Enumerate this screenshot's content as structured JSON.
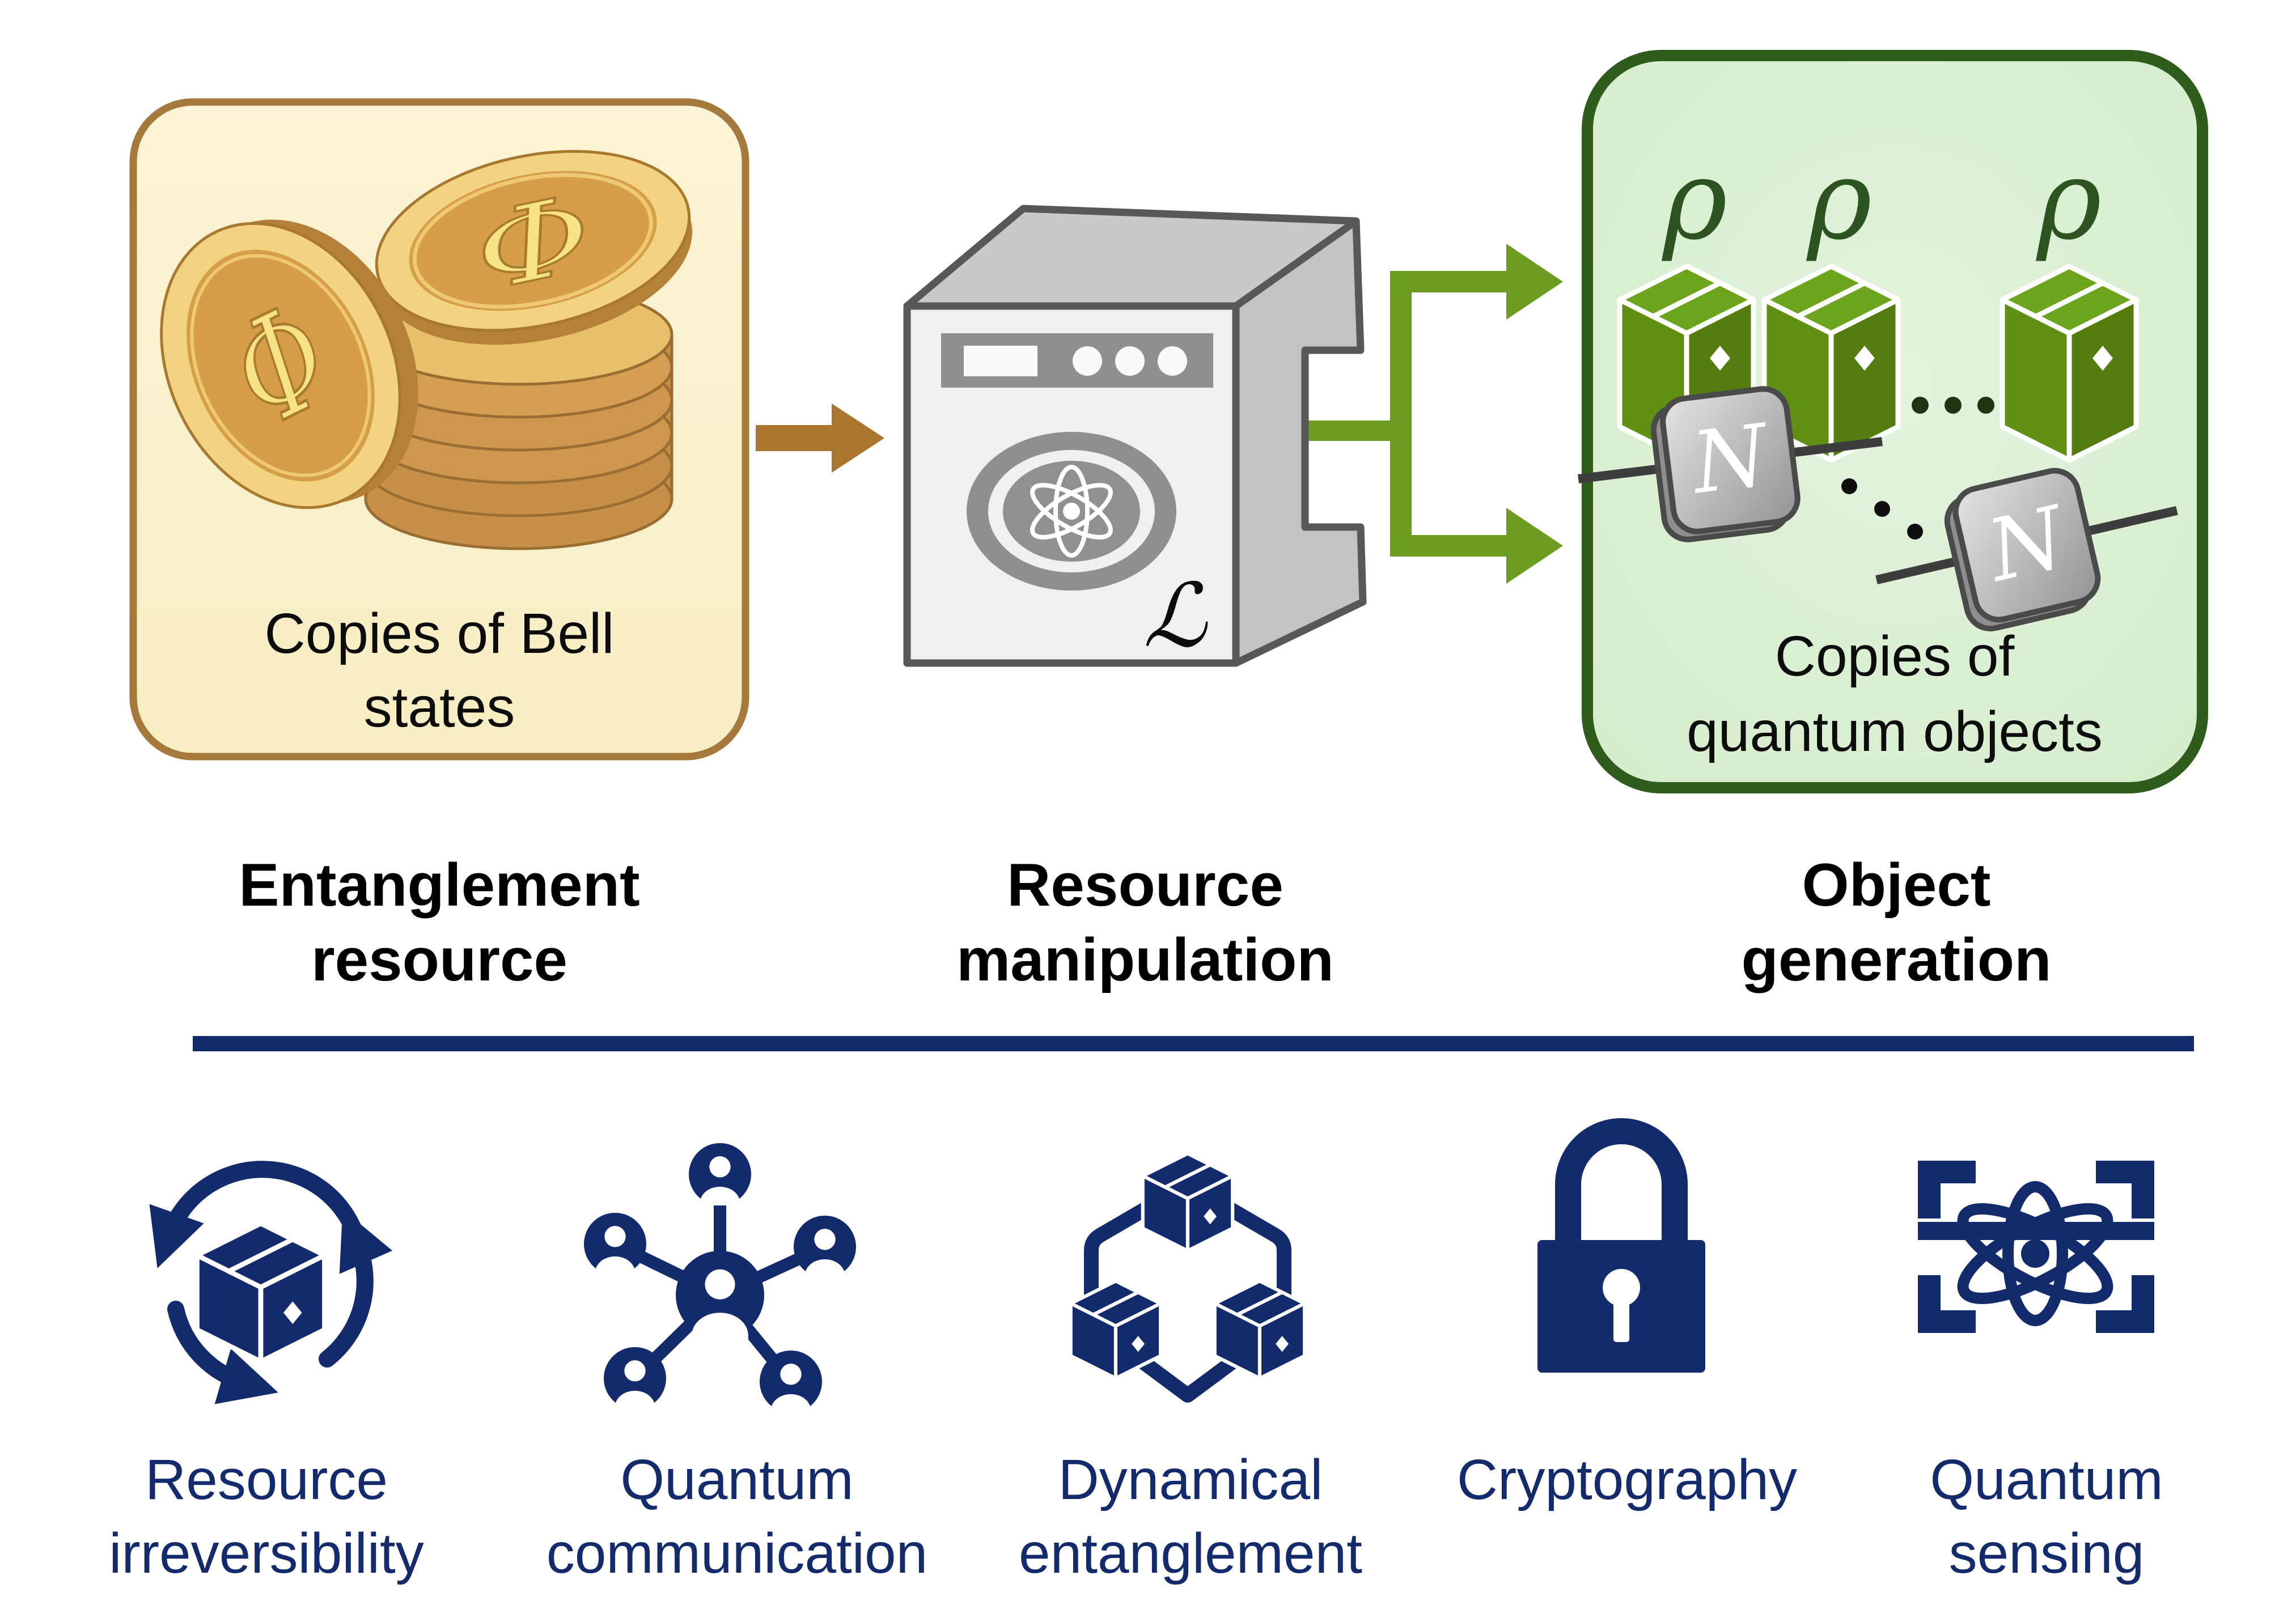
{
  "figure": {
    "flow": {
      "entanglement_resource": {
        "box_label_line1": "Copies of Bell",
        "box_label_line2": "states",
        "coin_symbol": "Φ",
        "caption_line1": "Entanglement",
        "caption_line2": "resource"
      },
      "resource_manipulation": {
        "machine_label": "ℒ",
        "caption_line1": "Resource",
        "caption_line2": "manipulation"
      },
      "object_generation": {
        "state_symbol": "ρ",
        "channel_symbol": "N",
        "box_label_line1": "Copies of",
        "box_label_line2": "quantum objects",
        "caption_line1": "Object",
        "caption_line2": "generation"
      }
    },
    "applications": [
      {
        "id": "resource-irreversibility",
        "line1": "Resource",
        "line2": "irreversibility"
      },
      {
        "id": "quantum-communication",
        "line1": "Quantum",
        "line2": "communication"
      },
      {
        "id": "dynamical-entanglement",
        "line1": "Dynamical",
        "line2": "entanglement"
      },
      {
        "id": "cryptography",
        "line1": "Cryptography",
        "line2": ""
      },
      {
        "id": "quantum-sensing",
        "line1": "Quantum",
        "line2": "sensing"
      }
    ],
    "colors": {
      "navy": "#132a6c",
      "green_accent": "#6c9d22",
      "green_box_fill": "#daefd5",
      "green_box_border": "#2f5c1d",
      "dark_green_text": "#2d5420",
      "package_green": "#5f9013",
      "yellow_box_fill": "#faf2cf",
      "yellow_box_border": "#a5793c",
      "brown_arrow": "#a9752f",
      "coin_gold": "#e9bf63",
      "machine_gray": "#f0f0f0",
      "machine_outline": "#58585a"
    }
  }
}
